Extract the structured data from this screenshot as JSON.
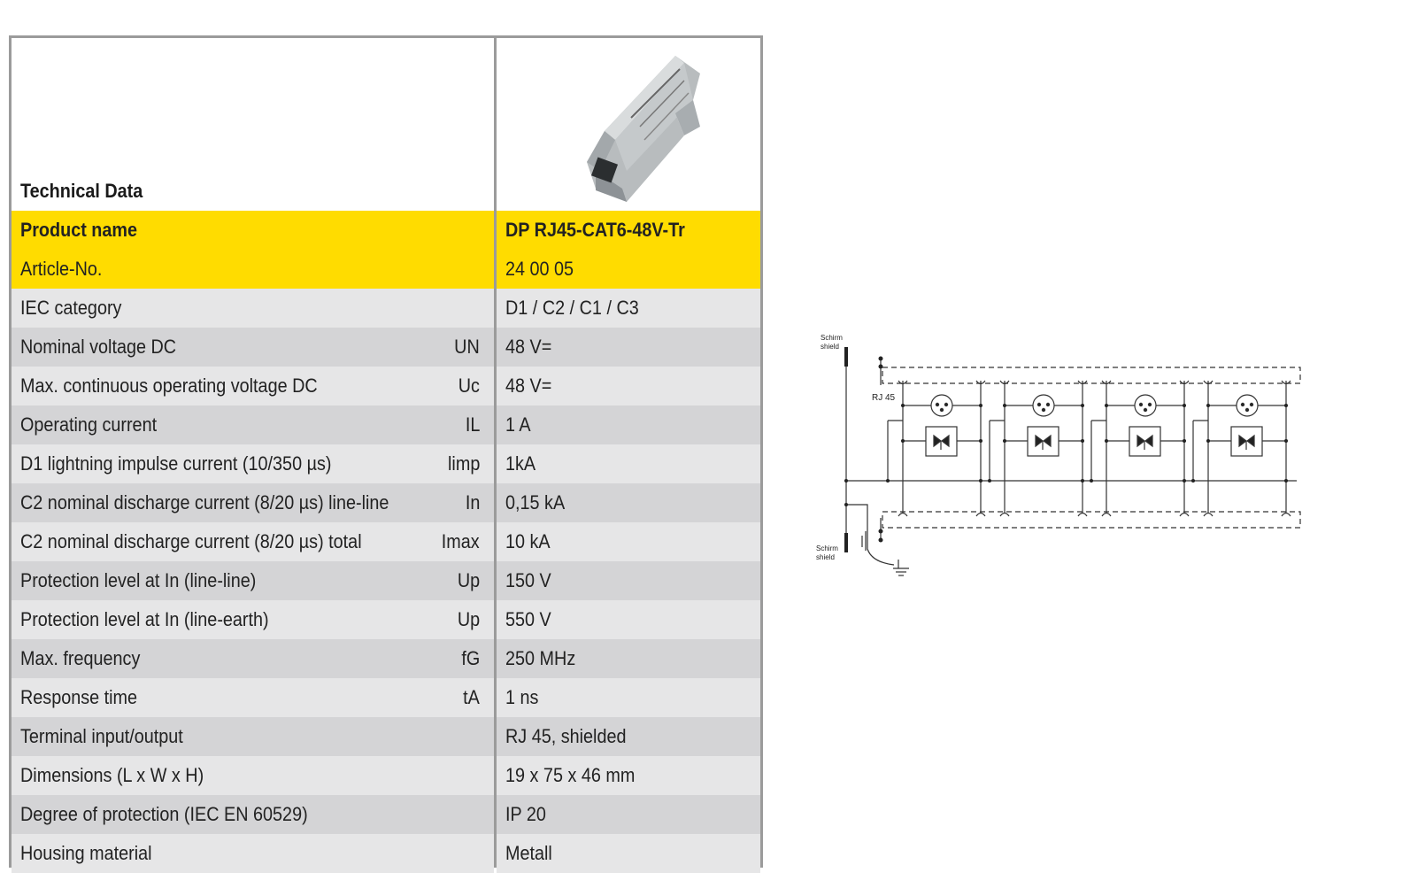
{
  "table": {
    "title": "Technical Data",
    "rows": [
      {
        "label": "Product name",
        "symbol": "",
        "value": "DP RJ45-CAT6-48V-Tr",
        "style": "yellow-bold"
      },
      {
        "label": "Article-No.",
        "symbol": "",
        "value": "24 00 05",
        "style": "yellow"
      },
      {
        "label": "IEC category",
        "symbol": "",
        "value": "D1 / C2 / C1 / C3",
        "style": "light"
      },
      {
        "label": "Nominal voltage DC",
        "symbol": "UN",
        "value": "48 V=",
        "style": "dark"
      },
      {
        "label": "Max. continuous operating voltage DC",
        "symbol": "Uc",
        "value": "48 V=",
        "style": "light"
      },
      {
        "label": "Operating current",
        "symbol": "IL",
        "value": "1 A",
        "style": "dark"
      },
      {
        "label": "D1 lightning impulse current (10/350 µs)",
        "symbol": "limp",
        "value": "1kA",
        "style": "light"
      },
      {
        "label": "C2 nominal discharge current (8/20 µs) line-line",
        "symbol": "In",
        "value": "0,15 kA",
        "style": "dark"
      },
      {
        "label": "C2 nominal discharge current (8/20 µs) total",
        "symbol": "Imax",
        "value": "10 kA",
        "style": "light"
      },
      {
        "label": "Protection level at In (line-line)",
        "symbol": "Up",
        "value": "150 V",
        "style": "dark"
      },
      {
        "label": "Protection level at In (line-earth)",
        "symbol": "Up",
        "value": "550 V",
        "style": "light"
      },
      {
        "label": "Max. frequency",
        "symbol": "fG",
        "value": "250 MHz",
        "style": "dark"
      },
      {
        "label": "Response time",
        "symbol": "tA",
        "value": "1 ns",
        "style": "light"
      },
      {
        "label": "Terminal input/output",
        "symbol": "",
        "value": "RJ 45, shielded",
        "style": "dark"
      },
      {
        "label": "Dimensions (L x W x H)",
        "symbol": "",
        "value": "19 x 75 x 46 mm",
        "style": "light"
      },
      {
        "label": "Degree of protection (IEC EN 60529)",
        "symbol": "",
        "value": "IP 20",
        "style": "dark"
      },
      {
        "label": "Housing material",
        "symbol": "",
        "value": "Metall",
        "style": "light"
      }
    ]
  },
  "schematic": {
    "top_label_1": "Schirm",
    "top_label_2": "shield",
    "bottom_label_1": "Schirm",
    "bottom_label_2": "shield",
    "rj_label": "RJ 45"
  },
  "colors": {
    "yellow": "#ffdc00",
    "light_row": "#e6e6e7",
    "dark_row": "#d4d4d6",
    "border": "#9b9b9b"
  }
}
